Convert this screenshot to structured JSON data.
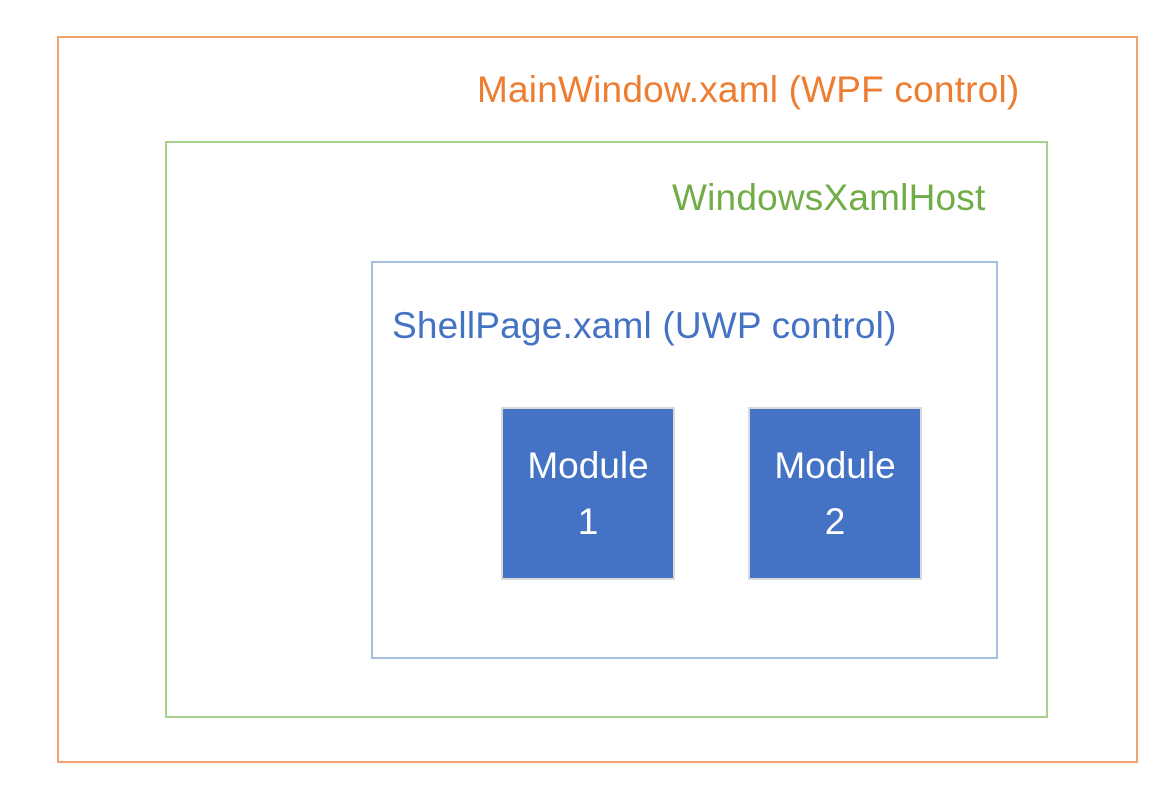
{
  "diagram": {
    "title_box": {
      "label": "MainWindow.xaml (WPF control)",
      "text_color": "#ED7D31",
      "border_color": "#F2A36C"
    },
    "xaml_host_box": {
      "label": "WindowsXamlHost",
      "text_color": "#70AD47",
      "border_color": "#A9D18E"
    },
    "shell_page_box": {
      "label": "ShellPage.xaml (UWP control)",
      "text_color": "#4472C4",
      "border_color": "#A7BFE3"
    },
    "modules": [
      {
        "line1": "Module",
        "line2": "1"
      },
      {
        "line1": "Module",
        "line2": "2"
      }
    ],
    "module_style": {
      "fill_color": "#4472C4",
      "text_color": "#FFFFFF",
      "border_color": "#D9D9D9"
    }
  }
}
